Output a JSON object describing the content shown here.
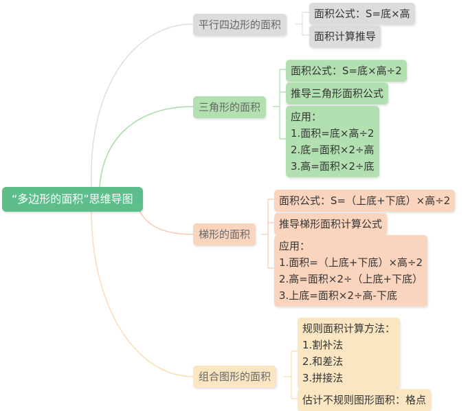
{
  "root": {
    "label": "“多边形的面积”思维导图"
  },
  "branches": [
    {
      "label": "平行四边形的面积",
      "color": "#dcdcdc",
      "children": [
        {
          "lines": [
            "面积公式：S=底×高"
          ]
        },
        {
          "lines": [
            "面积计算推导"
          ]
        }
      ]
    },
    {
      "label": "三角形的面积",
      "color": "#b3e0b1",
      "children": [
        {
          "lines": [
            "面积公式：S=底×高÷2"
          ]
        },
        {
          "lines": [
            "推导三角形面积公式"
          ]
        },
        {
          "lines": [
            "应用：",
            "1.面积=底×高÷2",
            "2.底=面积×2÷高",
            "3.高=面积×2÷底"
          ]
        }
      ]
    },
    {
      "label": "梯形的面积",
      "color": "#fbd4be",
      "children": [
        {
          "lines": [
            "面积公式：S=（上底+下底）×高÷2"
          ]
        },
        {
          "lines": [
            "推导梯形面积计算公式"
          ]
        },
        {
          "lines": [
            "应用：",
            "1.面积=（上底+下底）×高÷2",
            "2.高=面积×2÷（上底+下底）",
            "3.上底=面积×2÷高-下底"
          ]
        }
      ]
    },
    {
      "label": "组合图形的面积",
      "color": "#fbe6c2",
      "children": [
        {
          "lines": [
            "规则面积计算方法：",
            "1.割补法",
            "2.和差法",
            "3.拼接法"
          ]
        },
        {
          "lines": [
            "估计不规则图形面积：格点"
          ]
        }
      ]
    }
  ]
}
